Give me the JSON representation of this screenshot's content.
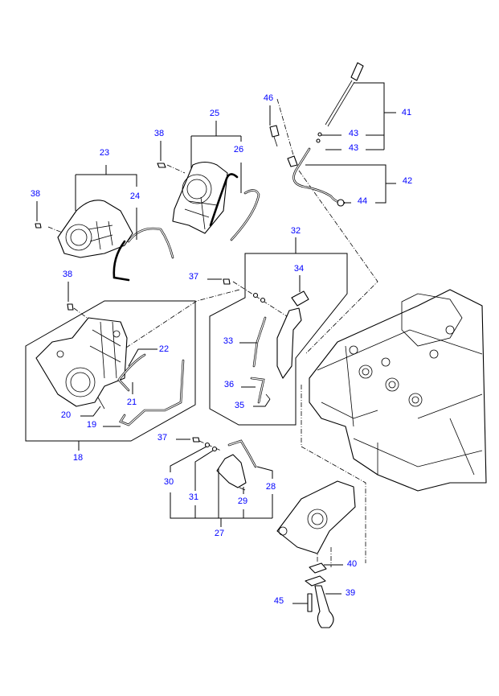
{
  "diagram": {
    "label_color": "#0000ff",
    "line_color": "#000000",
    "callouts": {
      "c46": "46",
      "c41": "41",
      "c43a": "43",
      "c43b": "43",
      "c42": "42",
      "c44": "44",
      "c25": "25",
      "c38a": "38",
      "c26": "26",
      "c23": "23",
      "c24": "24",
      "c38b": "38",
      "c32": "32",
      "c34": "34",
      "c37a": "37",
      "c38c": "38",
      "c33": "33",
      "c22": "22",
      "c36": "36",
      "c35": "35",
      "c21": "21",
      "c20": "20",
      "c19": "19",
      "c18": "18",
      "c37b": "37",
      "c30": "30",
      "c31": "31",
      "c28": "28",
      "c29": "29",
      "c27": "27",
      "c40": "40",
      "c39": "39",
      "c45": "45"
    }
  }
}
